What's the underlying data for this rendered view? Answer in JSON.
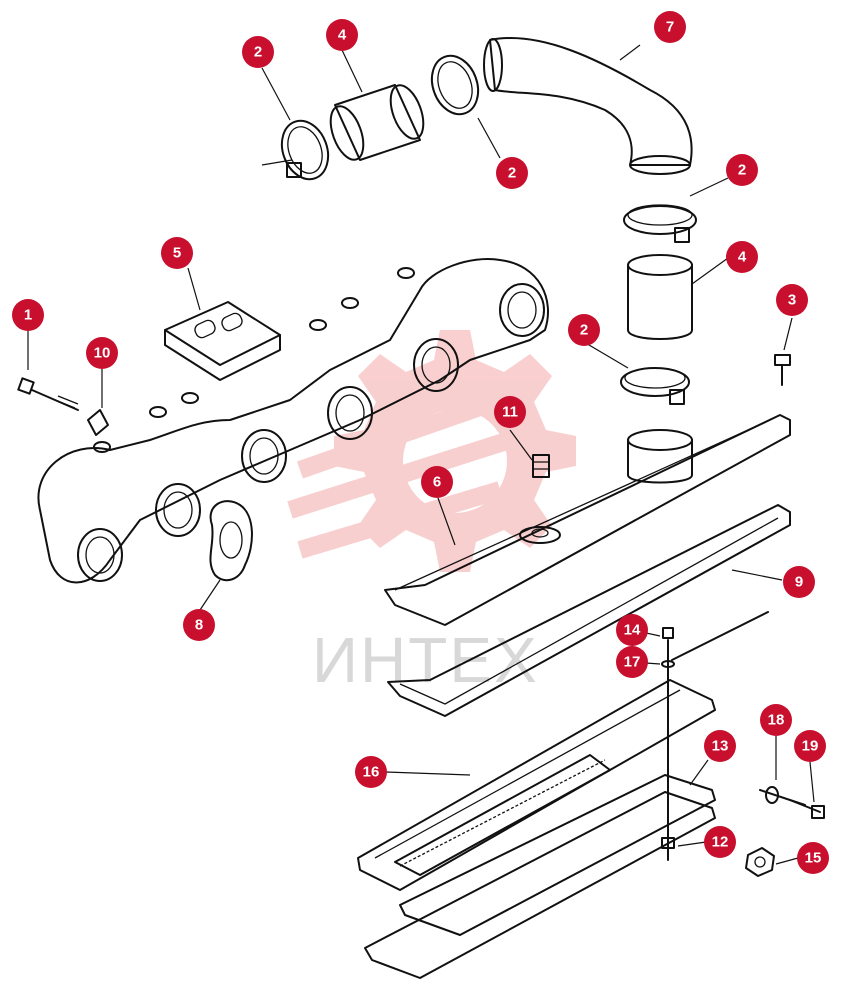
{
  "watermark": {
    "text": "ИНТЕХ",
    "gear_color": "#f4a8a8"
  },
  "callout_color": "#c8102e",
  "callouts": [
    {
      "id": "c1",
      "label": "1"
    },
    {
      "id": "c2a",
      "label": "2"
    },
    {
      "id": "c2b",
      "label": "2"
    },
    {
      "id": "c2c",
      "label": "2"
    },
    {
      "id": "c2d",
      "label": "2"
    },
    {
      "id": "c3",
      "label": "3"
    },
    {
      "id": "c4a",
      "label": "4"
    },
    {
      "id": "c4b",
      "label": "4"
    },
    {
      "id": "c5",
      "label": "5"
    },
    {
      "id": "c6",
      "label": "6"
    },
    {
      "id": "c7",
      "label": "7"
    },
    {
      "id": "c8",
      "label": "8"
    },
    {
      "id": "c9",
      "label": "9"
    },
    {
      "id": "c10",
      "label": "10"
    },
    {
      "id": "c11",
      "label": "11"
    },
    {
      "id": "c12",
      "label": "12"
    },
    {
      "id": "c13",
      "label": "13"
    },
    {
      "id": "c14",
      "label": "14"
    },
    {
      "id": "c15",
      "label": "15"
    },
    {
      "id": "c16",
      "label": "16"
    },
    {
      "id": "c17",
      "label": "17"
    },
    {
      "id": "c18",
      "label": "18"
    },
    {
      "id": "c19",
      "label": "19"
    }
  ]
}
